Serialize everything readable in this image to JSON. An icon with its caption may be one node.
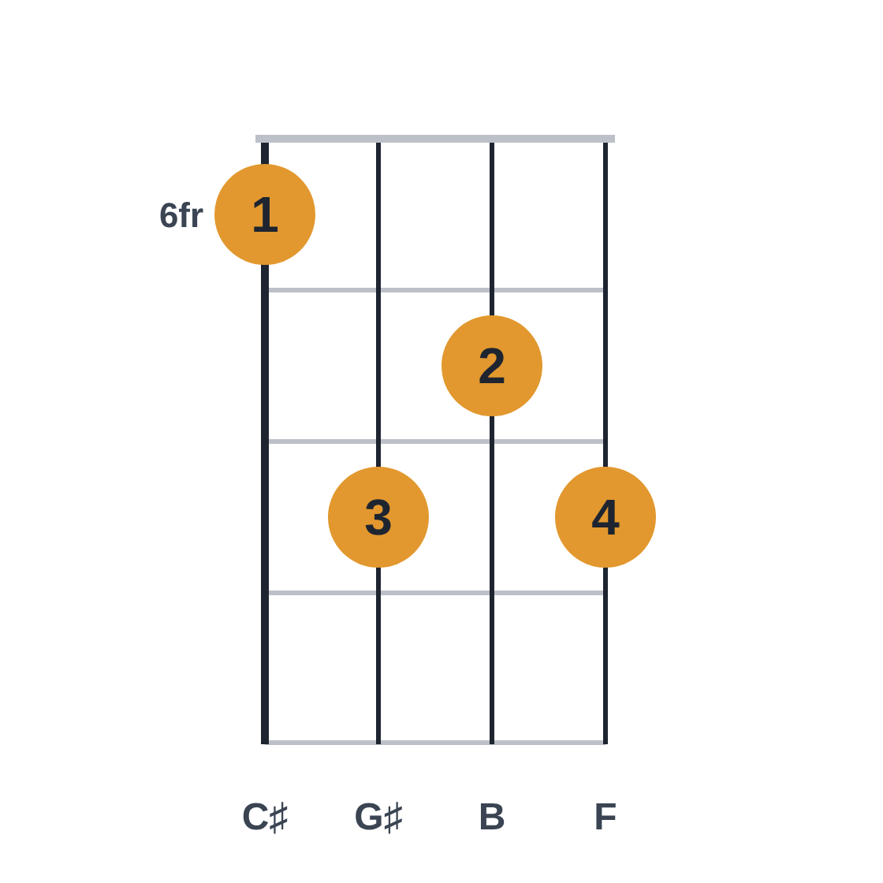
{
  "diagram": {
    "nodes": [
      {
        "text": [
          "1"
        ]
      },
      {
        "text": [
          "2"
        ]
      },
      {
        "text": [
          "3"
        ]
      },
      {
        "text": [
          "4"
        ]
      }
    ],
    "labels": [
      "6fr",
      "C♯",
      "G♯",
      "B",
      "F"
    ]
  }
}
